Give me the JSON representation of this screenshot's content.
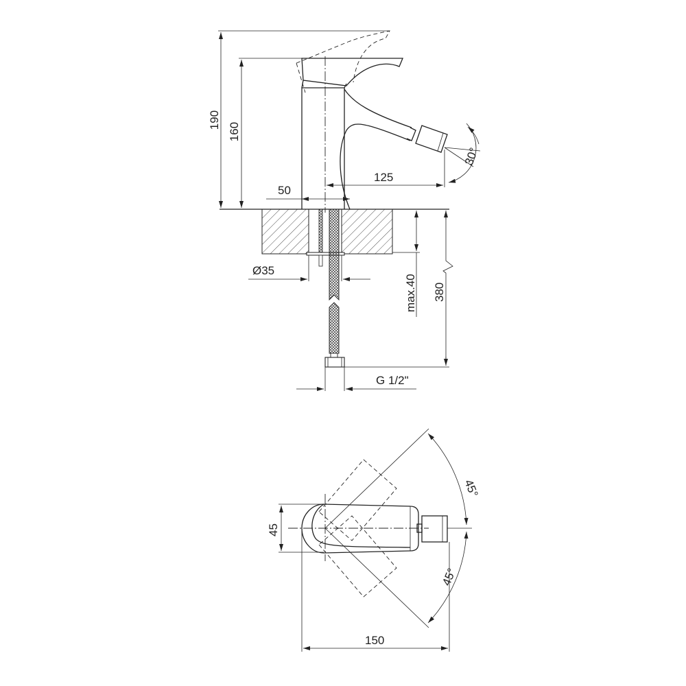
{
  "side_view": {
    "dim_total_height": "190",
    "dim_body_height": "160",
    "dim_offset": "50",
    "dim_reach": "125",
    "dim_spray_angle": "30°",
    "dim_hole_diameter": "Ø35",
    "dim_max_thickness": "max.40",
    "dim_hose_length": "380",
    "dim_thread": "G 1/2\""
  },
  "top_view": {
    "dim_width": "45",
    "dim_angle_upper": "45°",
    "dim_angle_lower": "45°",
    "dim_length": "150"
  }
}
